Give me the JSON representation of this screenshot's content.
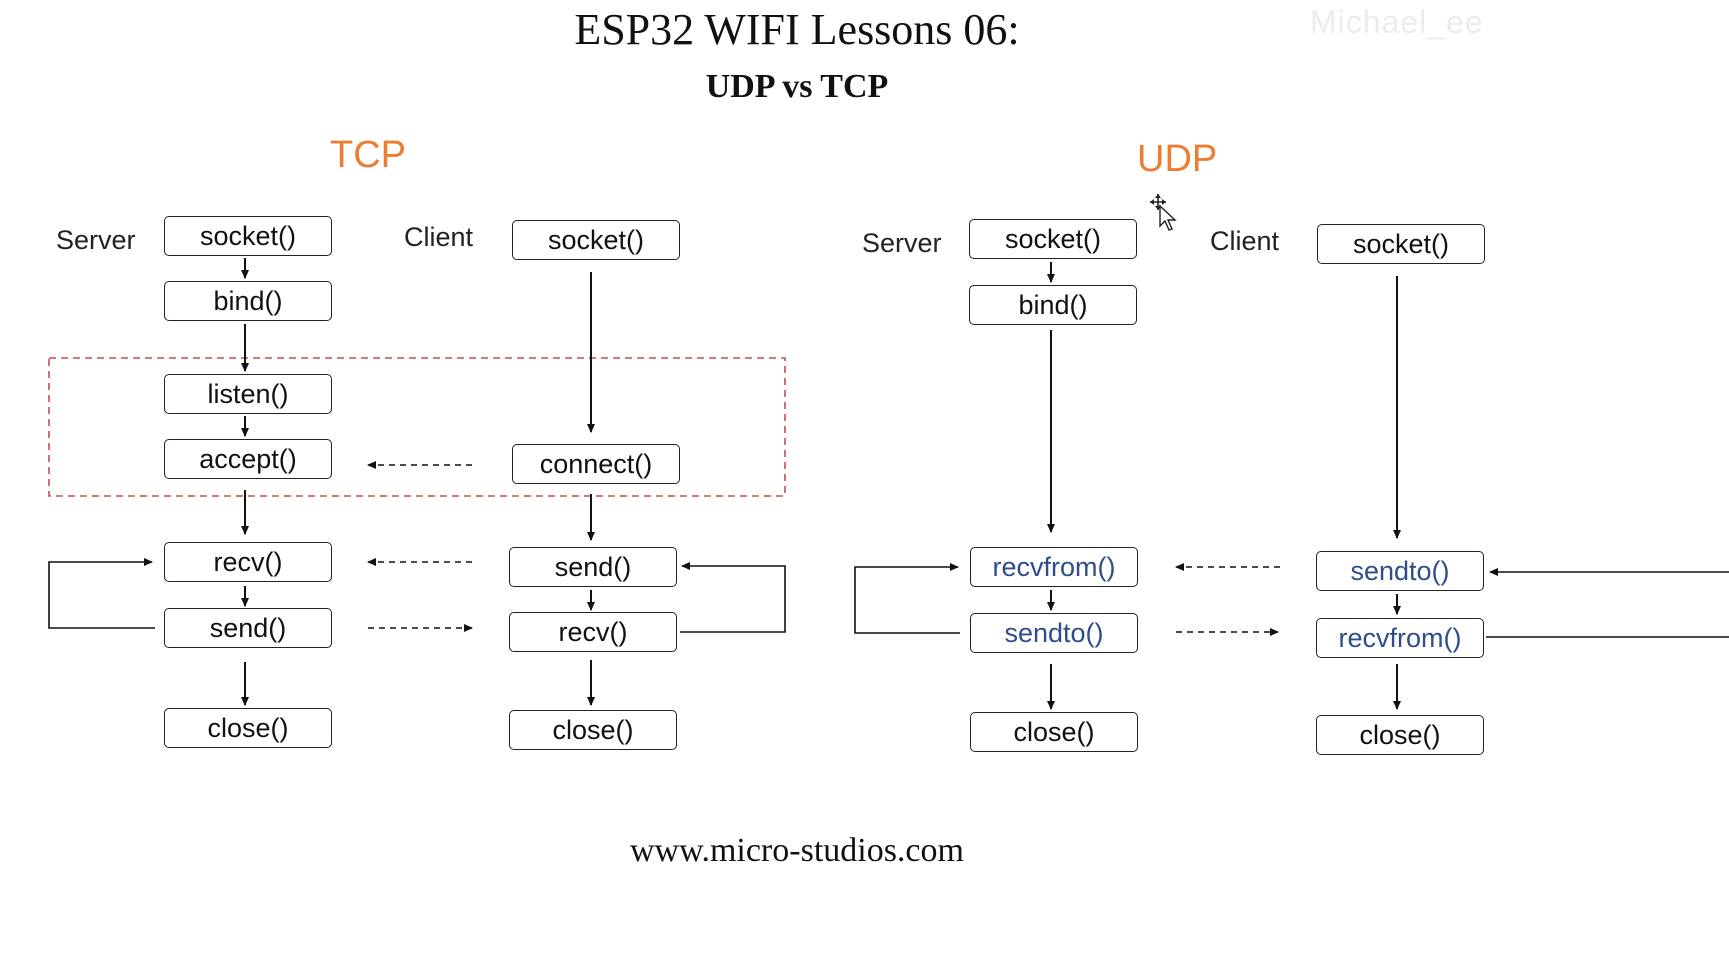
{
  "header": {
    "title": "ESP32 WIFI Lessons 06:",
    "subtitle": "UDP vs TCP",
    "watermark": "Michael_ee"
  },
  "colors": {
    "section": "#ed7d31",
    "udp_io": "#2e4d8a",
    "dashed_region": "#c0504d"
  },
  "tcp": {
    "label": "TCP",
    "server": {
      "label": "Server",
      "steps": [
        "socket()",
        "bind()",
        "listen()",
        "accept()",
        "recv()",
        "send()",
        "close()"
      ]
    },
    "client": {
      "label": "Client",
      "steps": [
        "socket()",
        "connect()",
        "send()",
        "recv()",
        "close()"
      ]
    }
  },
  "udp": {
    "label": "UDP",
    "server": {
      "label": "Server",
      "steps": [
        "socket()",
        "bind()",
        "recvfrom()",
        "sendto()",
        "close()"
      ]
    },
    "client": {
      "label": "Client",
      "steps": [
        "socket()",
        "sendto()",
        "recvfrom()",
        "close()"
      ]
    }
  },
  "footer": {
    "url": "www.micro-studios.com"
  }
}
